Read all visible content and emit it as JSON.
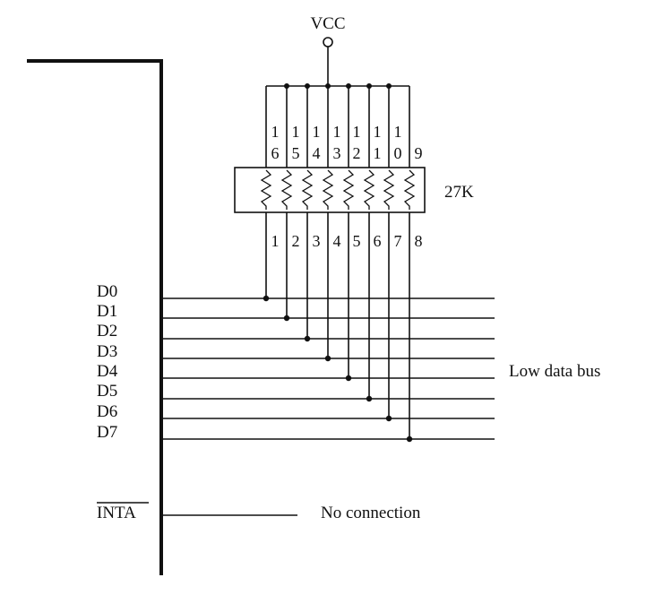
{
  "supply": {
    "label": "VCC"
  },
  "resistor_pack": {
    "value_label": "27K",
    "top_pins": [
      {
        "top": "1",
        "bottom": "6"
      },
      {
        "top": "1",
        "bottom": "5"
      },
      {
        "top": "1",
        "bottom": "4"
      },
      {
        "top": "1",
        "bottom": "3"
      },
      {
        "top": "1",
        "bottom": "2"
      },
      {
        "top": "1",
        "bottom": "1"
      },
      {
        "top": "1",
        "bottom": "0"
      },
      {
        "top": "",
        "bottom": "9"
      }
    ],
    "bottom_pins": [
      "1",
      "2",
      "3",
      "4",
      "5",
      "6",
      "7",
      "8"
    ]
  },
  "bus": {
    "lines": [
      "D0",
      "D1",
      "D2",
      "D3",
      "D4",
      "D5",
      "D6",
      "D7"
    ],
    "label": "Low data bus"
  },
  "inta": {
    "label": "INTA",
    "note": "No connection"
  }
}
